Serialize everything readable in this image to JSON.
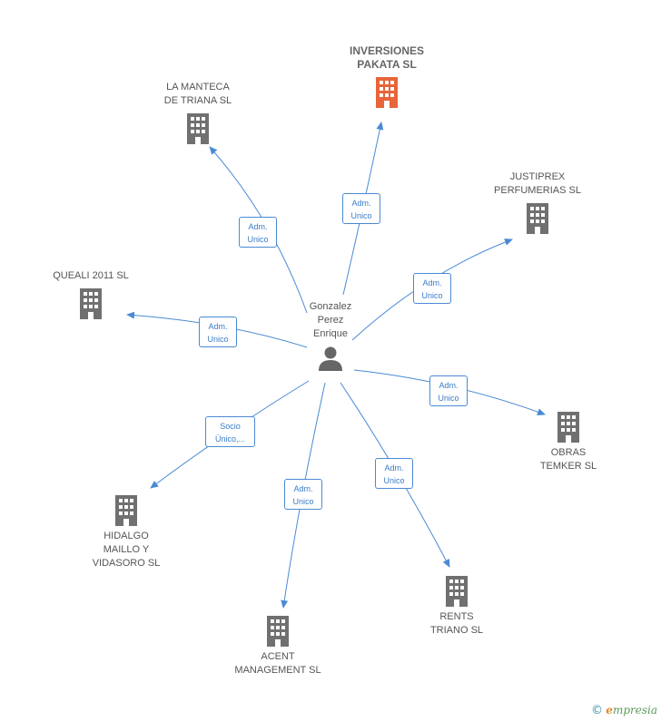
{
  "center": {
    "name": "Gonzalez\nPerez\nEnrique"
  },
  "colors": {
    "edge": "#4a8ad4",
    "building": "#707070",
    "building_highlight": "#e8643a",
    "person": "#666666"
  },
  "nodes": [
    {
      "id": "inversiones",
      "name": "INVERSIONES\nPAKATA SL",
      "highlight": true,
      "edge_label": "Adm.\nUnico"
    },
    {
      "id": "lamanteca",
      "name": "LA MANTECA\nDE TRIANA SL",
      "highlight": false,
      "edge_label": "Adm.\nUnico"
    },
    {
      "id": "justiprex",
      "name": "JUSTIPREX\nPERFUMERIAS SL",
      "highlight": false,
      "edge_label": "Adm.\nUnico"
    },
    {
      "id": "queali",
      "name": "QUEALI 2011 SL",
      "highlight": false,
      "edge_label": "Adm.\nUnico"
    },
    {
      "id": "obras",
      "name": "OBRAS\nTEMKER SL",
      "highlight": false,
      "edge_label": "Adm.\nUnico"
    },
    {
      "id": "hidalgo",
      "name": "HIDALGO\nMAILLO Y\nVIDASORO SL",
      "highlight": false,
      "edge_label": "Socio\nÚnico,..."
    },
    {
      "id": "acent",
      "name": "ACENT\nMANAGEMENT SL",
      "highlight": false,
      "edge_label": "Adm.\nUnico"
    },
    {
      "id": "rents",
      "name": "RENTS\nTRIANO SL",
      "highlight": false,
      "edge_label": "Adm.\nUnico"
    }
  ],
  "footer": {
    "copyright": "©",
    "brand_first": "e",
    "brand_rest": "mpresia"
  }
}
